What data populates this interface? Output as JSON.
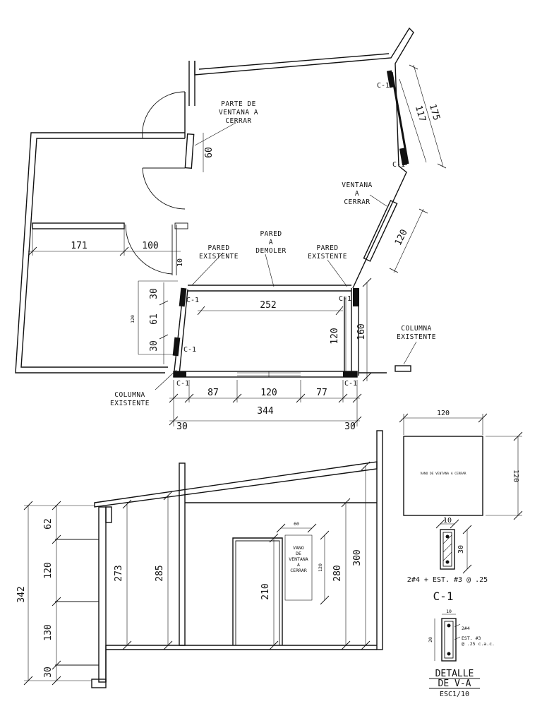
{
  "plan": {
    "labels": {
      "window_part": [
        "PARTE DE",
        "VENTANA A",
        "CERRAR"
      ],
      "window_close": [
        "VENTANA",
        "A",
        "CERRAR"
      ],
      "wall_existing_left": [
        "PARED",
        "EXISTENTE"
      ],
      "wall_demolish": [
        "PARED",
        "A",
        "DEMOLER"
      ],
      "wall_existing_right": [
        "PARED",
        "EXISTENTE"
      ],
      "column_existing_right": [
        "COLUMNA",
        "EXISTENTE"
      ],
      "column_existing_bottom": [
        "COLUMNA",
        "EXISTENTE"
      ],
      "column_tag": "C-1"
    },
    "dims": {
      "d171": "171",
      "d100": "100",
      "d60": "60",
      "d117": "117",
      "d175": "175",
      "d120_window": "120",
      "d252": "252",
      "d120_right": "120",
      "d160": "160",
      "d30_top": "30",
      "d61": "61",
      "d30_bot": "30",
      "d120_left": "120",
      "d87": "87",
      "d120_bottom": "120",
      "d77": "77",
      "d344": "344",
      "d30_bl": "30",
      "d30_br": "30",
      "d10_small": "10"
    }
  },
  "section": {
    "dims": {
      "d342": "342",
      "d62": "62",
      "d120": "120",
      "d130": "130",
      "d30": "30",
      "d273": "273",
      "d285": "285",
      "d210": "210",
      "d280": "280",
      "d300": "300",
      "d60": "60",
      "d120_vano": "120"
    },
    "vano_label": [
      "VANO",
      "DE",
      "VENTANA",
      "A",
      "CERRAR"
    ]
  },
  "elevation": {
    "top_dim": "120",
    "side_dim": "120",
    "inner_label": "VANO DE VENTANA A CERRAR"
  },
  "column_detail": {
    "dim_w": "10",
    "dim_h": "30",
    "rebar_note": "2#4 + EST. #3 @ .25",
    "tag": "C-1"
  },
  "beam_detail": {
    "dim_w": "10",
    "dim_h": "20",
    "note_rebar": "2#4",
    "note_stirrup": "EST. #3",
    "note_spacing": "@ .25 c.a.c.",
    "title": [
      "DETALLE",
      "DE V-A"
    ],
    "scale": "ESC1/10"
  }
}
